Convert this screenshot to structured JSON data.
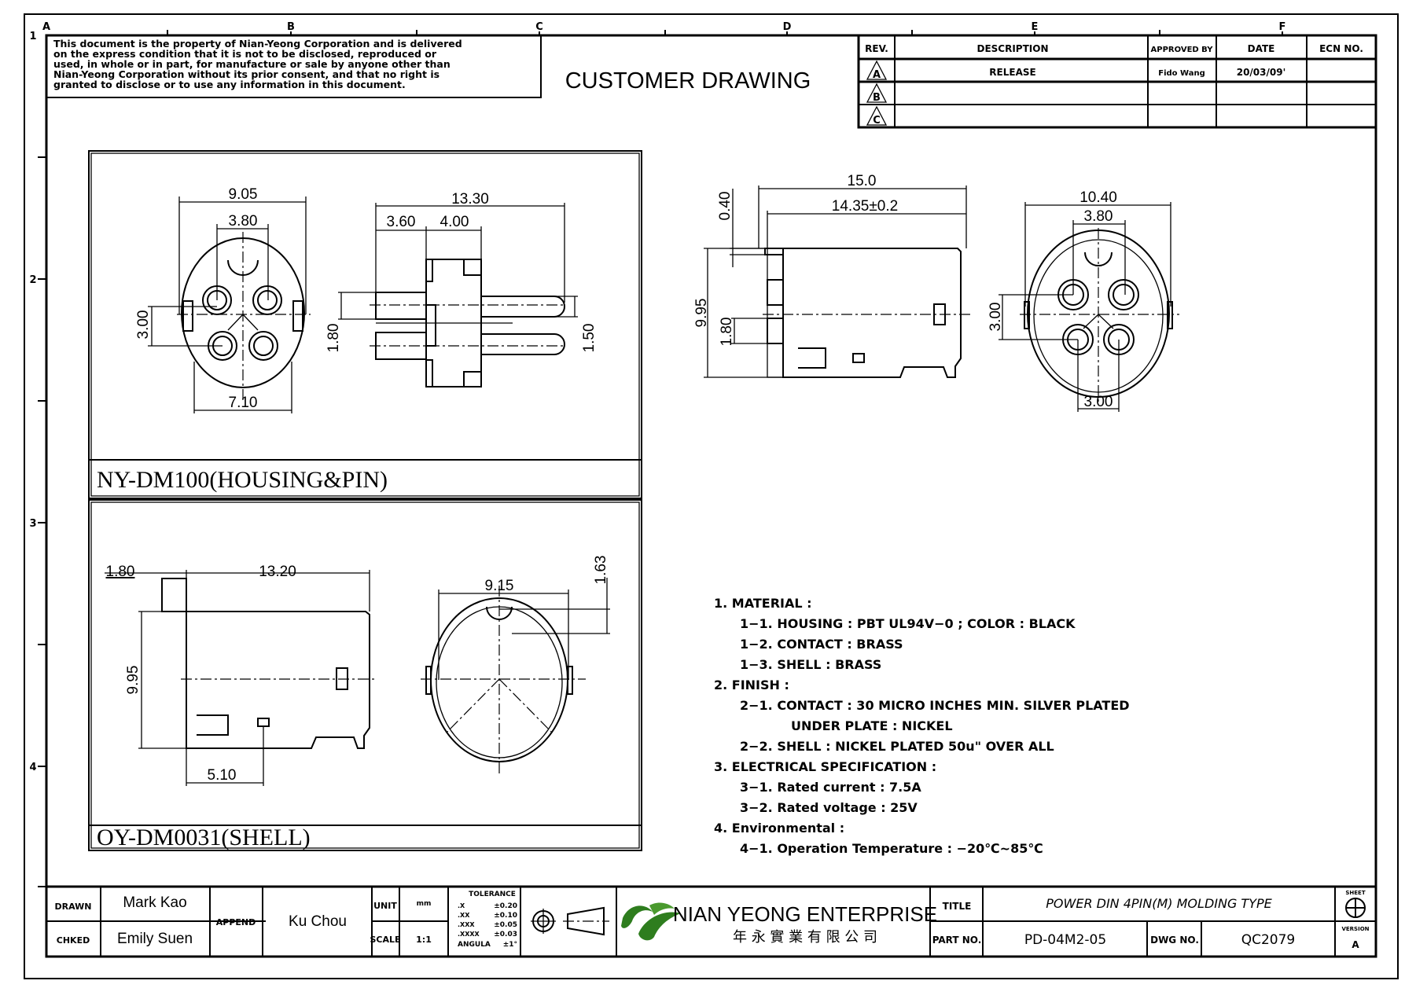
{
  "border": {
    "columns": [
      "A",
      "B",
      "C",
      "D",
      "E",
      "F"
    ],
    "rows": [
      "1",
      "2",
      "3",
      "4"
    ]
  },
  "disclaimer": [
    "This document is the property of Nian-Yeong Corporation and is delivered",
    "on  the  express condition that it is not to be disclosed, reproduced or",
    "used, in whole or in part, for manufacture or sale by anyone other than",
    "Nian-Yeong Corporation without  its prior consent, and that  no right  is",
    "granted to disclose or to use any information in this  document."
  ],
  "drawing_title": "CUSTOMER DRAWING",
  "revision_table": {
    "headers": [
      "REV.",
      "DESCRIPTION",
      "APPROVED BY",
      "DATE",
      "ECN NO."
    ],
    "rows": [
      {
        "rev": "A",
        "description": "RELEASE",
        "approved_by": "Fido Wang",
        "date": "20/03/09'",
        "ecn": ""
      },
      {
        "rev": "B",
        "description": "",
        "approved_by": "",
        "date": "",
        "ecn": ""
      },
      {
        "rev": "C",
        "description": "",
        "approved_by": "",
        "date": "",
        "ecn": ""
      }
    ]
  },
  "housing_panel": {
    "label": "NY-DM100(HOUSING&PIN)",
    "front_view_dims": [
      "9.05",
      "3.80",
      "3.00",
      "7.10"
    ],
    "side_view_dims": [
      "13.30",
      "3.60",
      "4.00",
      "1.80",
      "1.50"
    ]
  },
  "shell_panel": {
    "label": "OY-DM0031(SHELL)",
    "side_view_dims": [
      "1.80",
      "13.20",
      "9.95",
      "5.10"
    ],
    "front_view_dims": [
      "9.15",
      "1.63"
    ]
  },
  "assembly_view": {
    "side_view_dims": [
      "15.0",
      "14.35±0.2",
      "0.40",
      "9.95",
      "1.80"
    ],
    "front_view_dims": [
      "10.40",
      "3.80",
      "3.00",
      "3.00"
    ]
  },
  "notes": [
    {
      "text": "1.  MATERIAL  :",
      "indent": 0
    },
    {
      "text": "1−1.  HOUSING  :  PBT  UL94V−0  ;  COLOR  :  BLACK",
      "indent": 1
    },
    {
      "text": "1−2.  CONTACT  :  BRASS",
      "indent": 1
    },
    {
      "text": "1−3.  SHELL  :  BRASS",
      "indent": 1
    },
    {
      "text": "2.  FINISH  :",
      "indent": 0
    },
    {
      "text": "2−1.  CONTACT  :  30  MICRO  INCHES  MIN.  SILVER  PLATED",
      "indent": 1
    },
    {
      "text": "UNDER  PLATE  :  NICKEL",
      "indent": 2
    },
    {
      "text": "2−2.  SHELL  :  NICKEL  PLATED  50u\"  OVER  ALL",
      "indent": 1
    },
    {
      "text": "3.  ELECTRICAL  SPECIFICATION  :",
      "indent": 0
    },
    {
      "text": "3−1.  Rated  current  :  7.5A",
      "indent": 1
    },
    {
      "text": "3−2.  Rated  voltage  :  25V",
      "indent": 1
    },
    {
      "text": "4.  Environmental  :",
      "indent": 0
    },
    {
      "text": "4−1.  Operation  Temperature  :  −20℃~85℃",
      "indent": 1
    }
  ],
  "title_block": {
    "drawn_label": "DRAWN",
    "drawn_value": "Mark Kao",
    "checked_label": "CHKED",
    "checked_value": "Emily Suen",
    "append_label": "APPEND",
    "append_value": "Ku Chou",
    "unit_label": "UNIT",
    "unit_value": "mm",
    "scale_label": "SCALE",
    "scale_value": "1:1",
    "tolerance": {
      "title": "TOLERANCE",
      "rows": [
        {
          "k": ".X",
          "v": "±0.20"
        },
        {
          "k": ".XX",
          "v": "±0.10"
        },
        {
          "k": ".XXX",
          "v": "±0.05"
        },
        {
          "k": ".XXXX",
          "v": "±0.03"
        },
        {
          "k": "ANGULA",
          "v": "±1°"
        }
      ]
    },
    "company_name": "NIAN YEONG ENTERPRISE",
    "company_name_cn": "年 永 實 業 有 限 公 司",
    "title_label": "TITLE",
    "title_value": "POWER  DIN  4PIN(M)  MOLDING  TYPE",
    "part_no_label": "PART NO.",
    "part_no_value": "PD-04M2-05",
    "dwg_no_label": "DWG NO.",
    "dwg_no_value": "QC2079",
    "sheet_label": "SHEET",
    "version_label": "VERSION",
    "version_value": "A"
  },
  "colors": {
    "ink": "#000000",
    "logo_green": "#2e7d1e",
    "paper": "#ffffff"
  }
}
